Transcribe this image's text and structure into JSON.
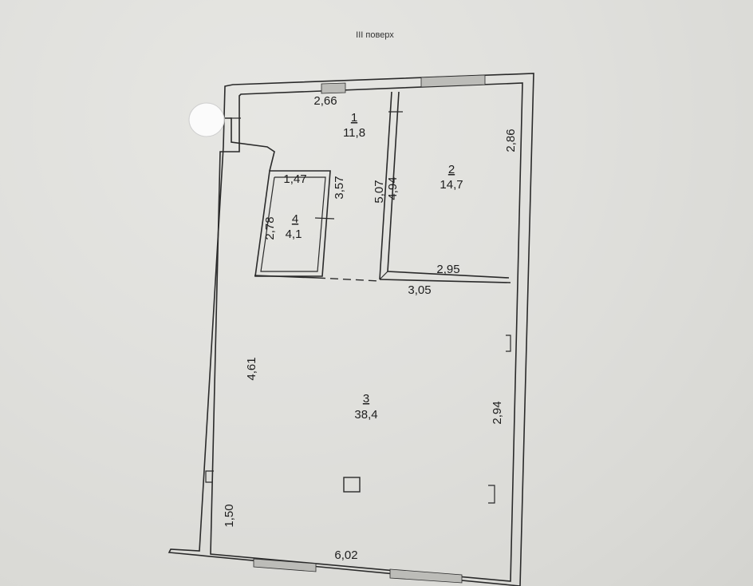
{
  "floor_title": "III поверх",
  "rooms": [
    {
      "number": "1",
      "area": "11,8"
    },
    {
      "number": "2",
      "area": "14,7"
    },
    {
      "number": "3",
      "area": "38,4"
    },
    {
      "number": "4",
      "area": "4,1"
    }
  ],
  "dimensions": {
    "top_room1": "2,66",
    "room2_right": "2,86",
    "room2_bottom": "2,95",
    "room2_left": "4,94",
    "corridor": "5,07",
    "room4_top": "1,47",
    "room4_right": "3,57",
    "room4_left": "2,78",
    "room3_top": "3,05",
    "room3_left": "4,61",
    "room3_right": "2,94",
    "bottom_left": "1,50",
    "bottom": "6,02"
  },
  "colors": {
    "paper": "#e4e4e1",
    "line": "#2a2a2a"
  }
}
